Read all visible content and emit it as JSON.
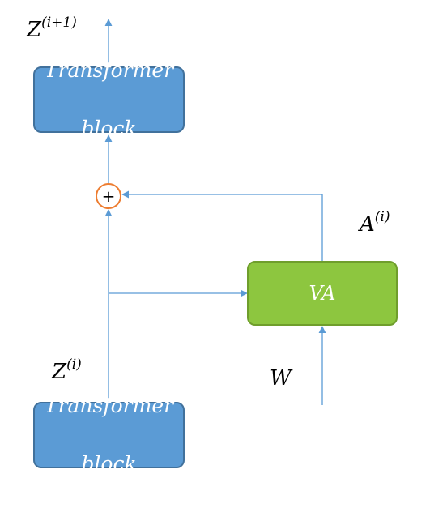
{
  "diagram": {
    "blocks": {
      "top": {
        "line1": "Transformer",
        "line2": "block"
      },
      "bottom": {
        "line1": "Transformer",
        "line2": "block"
      },
      "va": {
        "label": "VA"
      }
    },
    "labels": {
      "z_next": {
        "base": "Z",
        "sup": "(i+1)"
      },
      "z_curr": {
        "base": "Z",
        "sup": "(i)"
      },
      "a_curr": {
        "base": "A",
        "sup": "(i)"
      },
      "w": {
        "base": "W"
      }
    },
    "sum_symbol": "+",
    "colors": {
      "block_fill": "#5b9bd5",
      "block_border": "#41719c",
      "va_fill": "#8dc63f",
      "va_border": "#6f9e2c",
      "arrow": "#5b9bd5",
      "sum_circle": "#ed7d31"
    }
  }
}
